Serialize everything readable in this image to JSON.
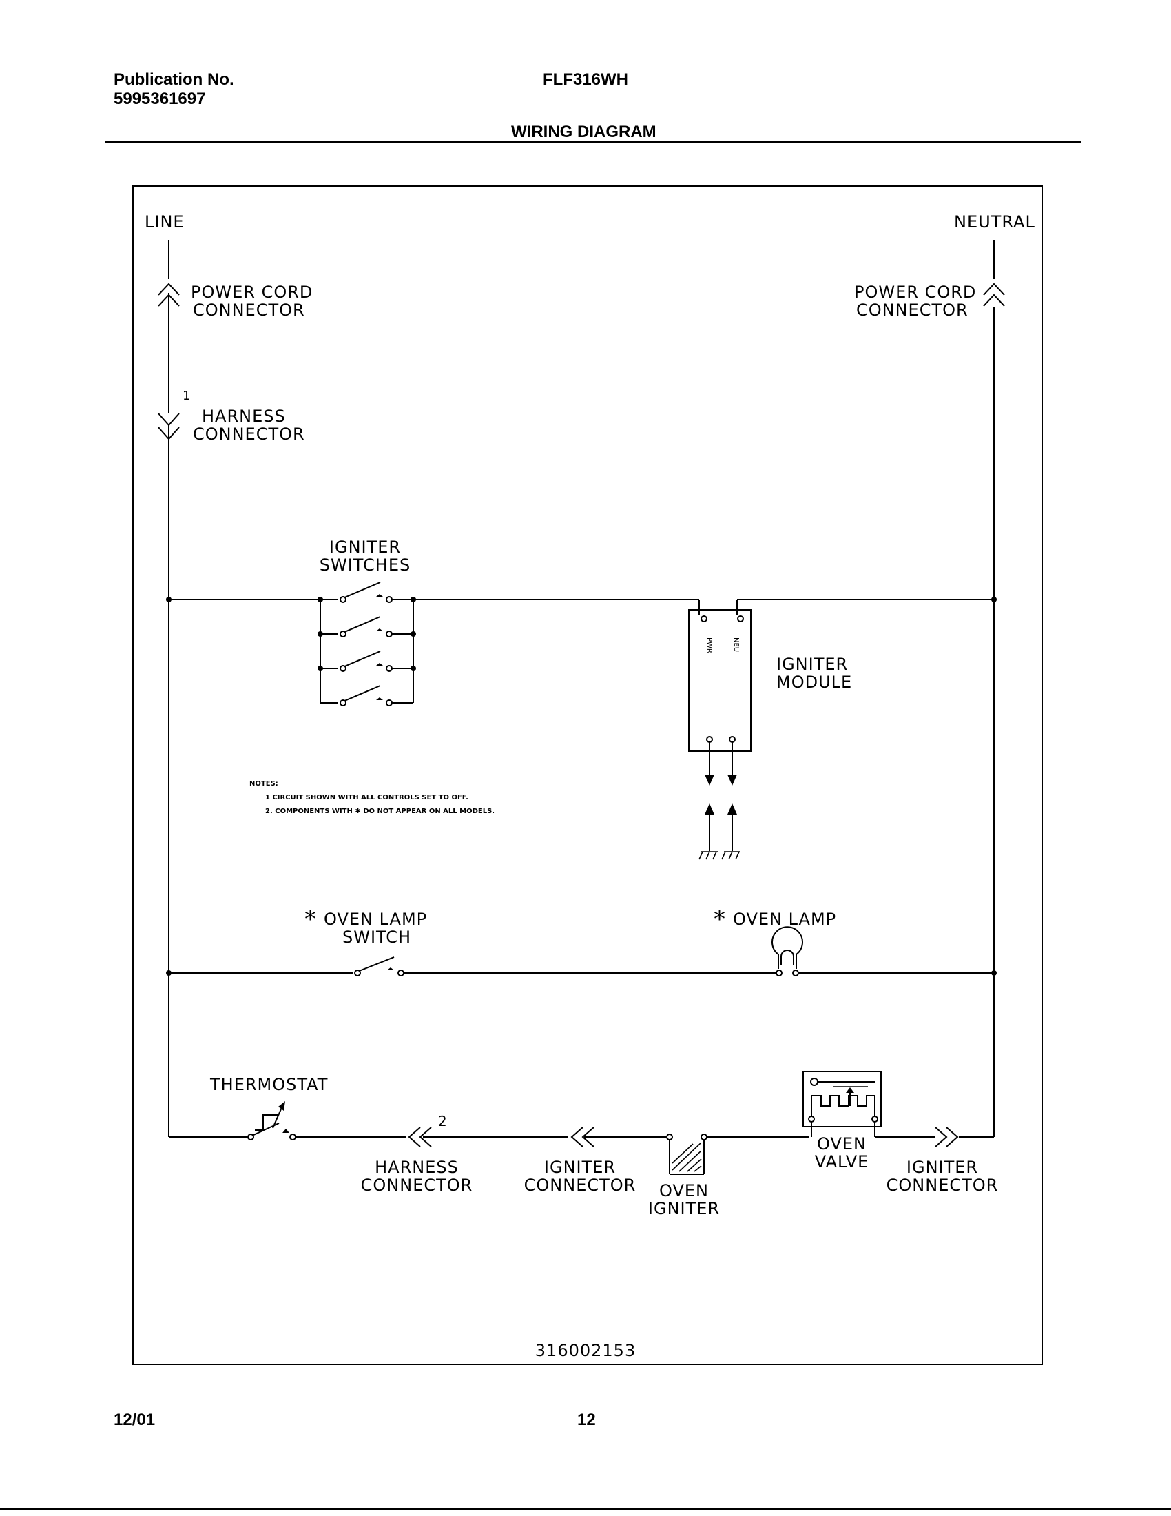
{
  "header": {
    "publication_label": "Publication No.",
    "publication_number": "5995361697",
    "model": "FLF316WH",
    "section_title": "WIRING DIAGRAM"
  },
  "footer": {
    "date": "12/01",
    "page": "12"
  },
  "diagram": {
    "line_label": "LINE",
    "neutral_label": "NEUTRAL",
    "power_cord_left": [
      "POWER CORD",
      "CONNECTOR"
    ],
    "power_cord_right": [
      "POWER CORD",
      "CONNECTOR"
    ],
    "harness_top_number": "1",
    "harness_top": [
      "HARNESS",
      "CONNECTOR"
    ],
    "igniter_switches": [
      "IGNITER",
      "SWITCHES"
    ],
    "igniter_module": [
      "IGNITER",
      "MODULE"
    ],
    "module_pin_pwr": "PWR",
    "module_pin_neu": "NEU",
    "notes_title": "NOTES:",
    "note_1": "1  CIRCUIT SHOWN WITH ALL CONTROLS SET TO OFF.",
    "note_2": "2.  COMPONENTS WITH ✱ DO NOT APPEAR ON ALL MODELS.",
    "star": "*",
    "oven_lamp_switch": [
      "OVEN LAMP",
      "SWITCH"
    ],
    "oven_lamp": "OVEN LAMP",
    "thermostat": "THERMOSTAT",
    "harness_bottom_number": "2",
    "harness_bottom": [
      "HARNESS",
      "CONNECTOR"
    ],
    "igniter_connector_left": [
      "IGNITER",
      "CONNECTOR"
    ],
    "oven_igniter": [
      "OVEN",
      "IGNITER"
    ],
    "oven_valve": [
      "OVEN",
      "VALVE"
    ],
    "igniter_connector_right": [
      "IGNITER",
      "CONNECTOR"
    ],
    "drawing_number": "316002153"
  }
}
